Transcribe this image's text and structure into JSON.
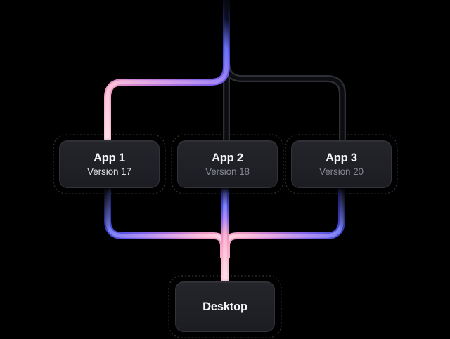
{
  "diagram": {
    "title": "app version routing diagram",
    "background": "#000000",
    "nodes": [
      {
        "id": "app1",
        "label": "App 1",
        "sublabel": "Version 17",
        "sublabel_highlighted": true
      },
      {
        "id": "app2",
        "label": "App 2",
        "sublabel": "Version 18",
        "sublabel_highlighted": false
      },
      {
        "id": "app3",
        "label": "App 3",
        "sublabel": "Version 20",
        "sublabel_highlighted": false
      },
      {
        "id": "desktop",
        "label": "Desktop"
      }
    ],
    "edges": [
      {
        "from": "root",
        "to": "app1",
        "style": "gradient"
      },
      {
        "from": "root",
        "to": "app2",
        "style": "dark"
      },
      {
        "from": "root",
        "to": "app3",
        "style": "dark"
      },
      {
        "from": "app1",
        "to": "desktop",
        "style": "gradient"
      },
      {
        "from": "app2",
        "to": "desktop",
        "style": "gradient"
      },
      {
        "from": "app3",
        "to": "desktop",
        "style": "gradient"
      }
    ],
    "colors": {
      "gradient_blue": "#454cda",
      "gradient_purple": "#8a66ea",
      "gradient_pink": "#f2a0c4",
      "gradient_light_pink": "#ffd6e0",
      "pipe_dark_fill": "#0c0d11",
      "pipe_dark_edge": "#2f3037",
      "node_fill": "#1e1f24",
      "node_border": "#31323a",
      "outline_dashed": "#34353b",
      "label_text": "#f4f5f7",
      "sublabel_text": "#85888f",
      "sublabel_highlight_text": "#dfe1e6"
    }
  }
}
